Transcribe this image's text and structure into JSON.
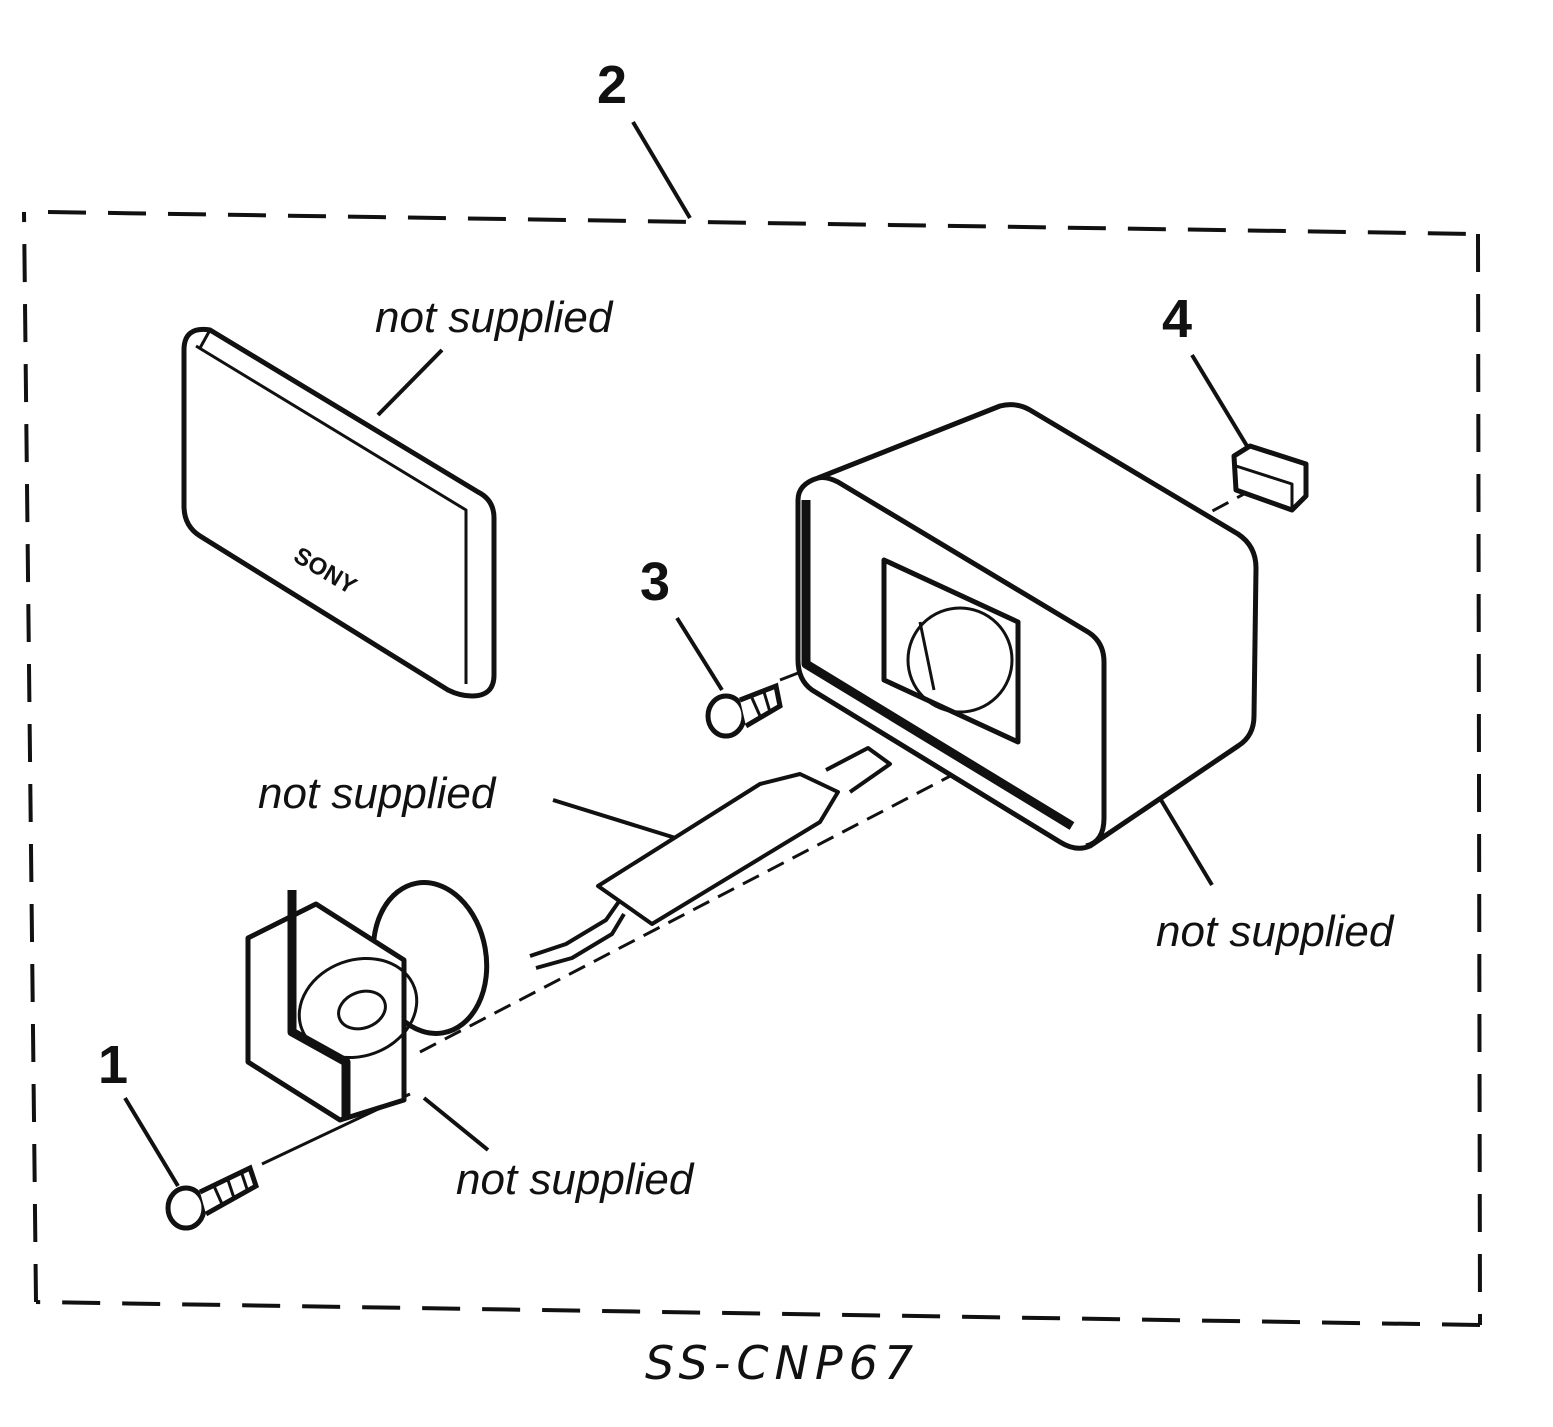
{
  "callouts": {
    "part_1": "1",
    "part_2": "2",
    "part_3": "3",
    "part_4": "4"
  },
  "notes": {
    "grille": "not supplied",
    "cord": "not supplied",
    "enclosure": "not supplied",
    "driver": "not supplied"
  },
  "model": "SS-CNP67",
  "logo": "SONY",
  "colors": {
    "ink": "#111111",
    "paper": "#ffffff"
  }
}
